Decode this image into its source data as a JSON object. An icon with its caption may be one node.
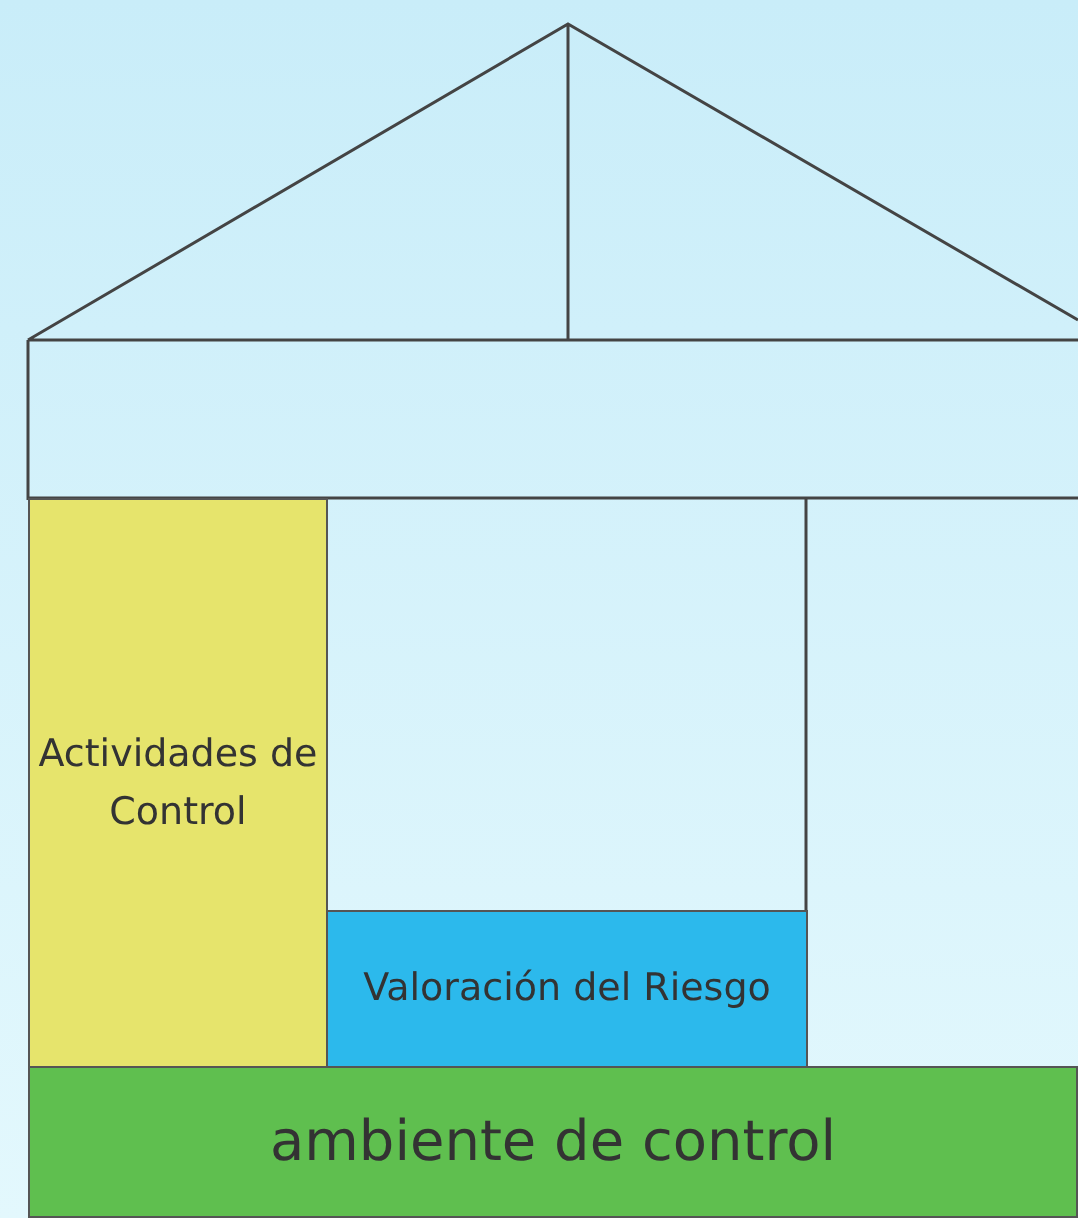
{
  "diagram": {
    "nodes": [
      {
        "text": [
          "Actividades de Control"
        ]
      },
      {
        "text": [
          "Valoración del Riesgo"
        ]
      },
      {
        "text": [
          "ambiente de control"
        ]
      }
    ]
  }
}
